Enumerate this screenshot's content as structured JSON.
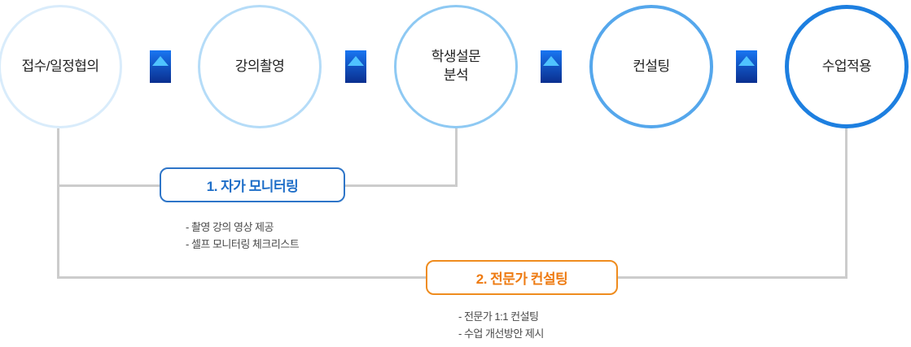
{
  "flow": {
    "steps": [
      {
        "label": "접수/일정협의"
      },
      {
        "label": "강의촬영"
      },
      {
        "label": "학생설문\n분석"
      },
      {
        "label": "컨설팅"
      },
      {
        "label": "수업적용"
      }
    ]
  },
  "callouts": {
    "self_monitoring": {
      "title": "1. 자가 모니터링",
      "notes": [
        "- 촬영 강의 영상 제공",
        "- 셀프 모니터링 체크리스트"
      ]
    },
    "expert_consulting": {
      "title": "2. 전문가 컨설팅",
      "notes": [
        "- 전문가 1:1 컨설팅",
        "- 수업 개선방안 제시"
      ]
    }
  },
  "colors": {
    "step_borders": [
      "#d9ecfb",
      "#b5dcf8",
      "#8ec9f3",
      "#55a7ec",
      "#1d7fe0"
    ],
    "arrow_gradient_top": "#1976f2",
    "arrow_gradient_bottom": "#0a2f8f",
    "arrow_triangle": "#4fc3ff",
    "box1_border": "#2e75c8",
    "box1_text": "#1e6ec8",
    "box2_border": "#ef8c1e",
    "box2_text": "#ee7b12",
    "connector_line": "#cccccc"
  }
}
